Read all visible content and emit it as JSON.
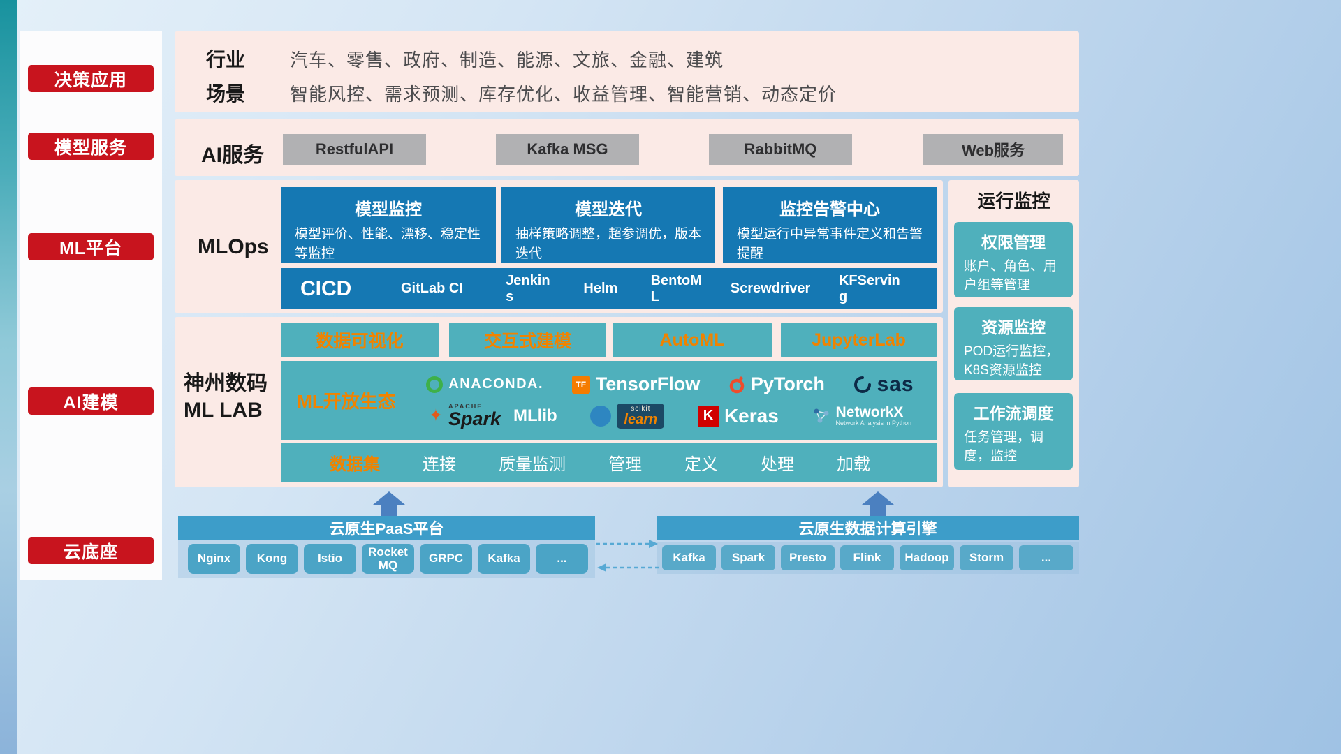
{
  "colors": {
    "red": "#c8141e",
    "pink": "#fbeae6",
    "blue": "#1578b3",
    "teal": "#4fb0bc",
    "orange": "#f08300",
    "bar_blue": "#3d9dc9",
    "btn_blue": "#4ba4c6",
    "gray_btn": "#b1b1b3",
    "arrow_blue": "#4b80c0"
  },
  "sidebar": {
    "items": [
      "决策应用",
      "模型服务",
      "ML平台",
      "AI建模",
      "云底座"
    ]
  },
  "decision": {
    "rows": [
      {
        "label": "行业",
        "content": "汽车、零售、政府、制造、能源、文旅、金融、建筑"
      },
      {
        "label": "场景",
        "content": "智能风控、需求预测、库存优化、收益管理、智能营销、动态定价"
      }
    ]
  },
  "service": {
    "label": "AI服务",
    "items": [
      "RestfulAPI",
      "Kafka MSG",
      "RabbitMQ",
      "Web服务"
    ]
  },
  "mlops": {
    "label": "MLOps",
    "cards": [
      {
        "title": "模型监控",
        "desc": "模型评价、性能、漂移、稳定性等监控"
      },
      {
        "title": "模型迭代",
        "desc": "抽样策略调整，超参调优，版本迭代"
      },
      {
        "title": "监控告警中心",
        "desc": "模型运行中异常事件定义和告警提醒"
      }
    ],
    "cicd": {
      "title": "CICD",
      "tools": [
        "GitLab CI",
        "Jenkins",
        "Helm",
        "BentoML",
        "Screwdriver",
        "KFServing"
      ]
    }
  },
  "mllab": {
    "title_line1": "神州数码",
    "title_line2": "ML LAB",
    "modules": [
      "数据可视化",
      "交互式建模",
      "AutoML",
      "JupyterLab"
    ],
    "eco_label": "ML开放生态",
    "logos": {
      "anaconda": "ANACONDA.",
      "tf_icon": "TF",
      "tensorflow": "TensorFlow",
      "pytorch": "PyTorch",
      "sas": "sas",
      "apache": "APACHE",
      "spark": "Spark",
      "mllib": "MLlib",
      "scikit_top": "scikit",
      "scikit_learn": "learn",
      "keras_k": "K",
      "keras": "Keras",
      "networkx": "NetworkX",
      "networkx_sub": "Network Analysis in Python"
    },
    "dataset": {
      "label": "数据集",
      "items": [
        "连接",
        "质量监测",
        "管理",
        "定义",
        "处理",
        "加载"
      ]
    }
  },
  "monitor": {
    "title": "运行监控",
    "cards": [
      {
        "title": "权限管理",
        "desc": "账户、角色、用户组等管理"
      },
      {
        "title": "资源监控",
        "desc": "POD运行监控，K8S资源监控"
      },
      {
        "title": "工作流调度",
        "desc": "任务管理，调度，监控"
      }
    ]
  },
  "foundation": {
    "paas": {
      "title": "云原生PaaS平台",
      "items": [
        "Nginx",
        "Kong",
        "Istio",
        "RocketMQ",
        "GRPC",
        "Kafka",
        "..."
      ]
    },
    "engine": {
      "title": "云原生数据计算引擎",
      "items": [
        "Kafka",
        "Spark",
        "Presto",
        "Flink",
        "Hadoop",
        "Storm",
        "..."
      ]
    }
  }
}
